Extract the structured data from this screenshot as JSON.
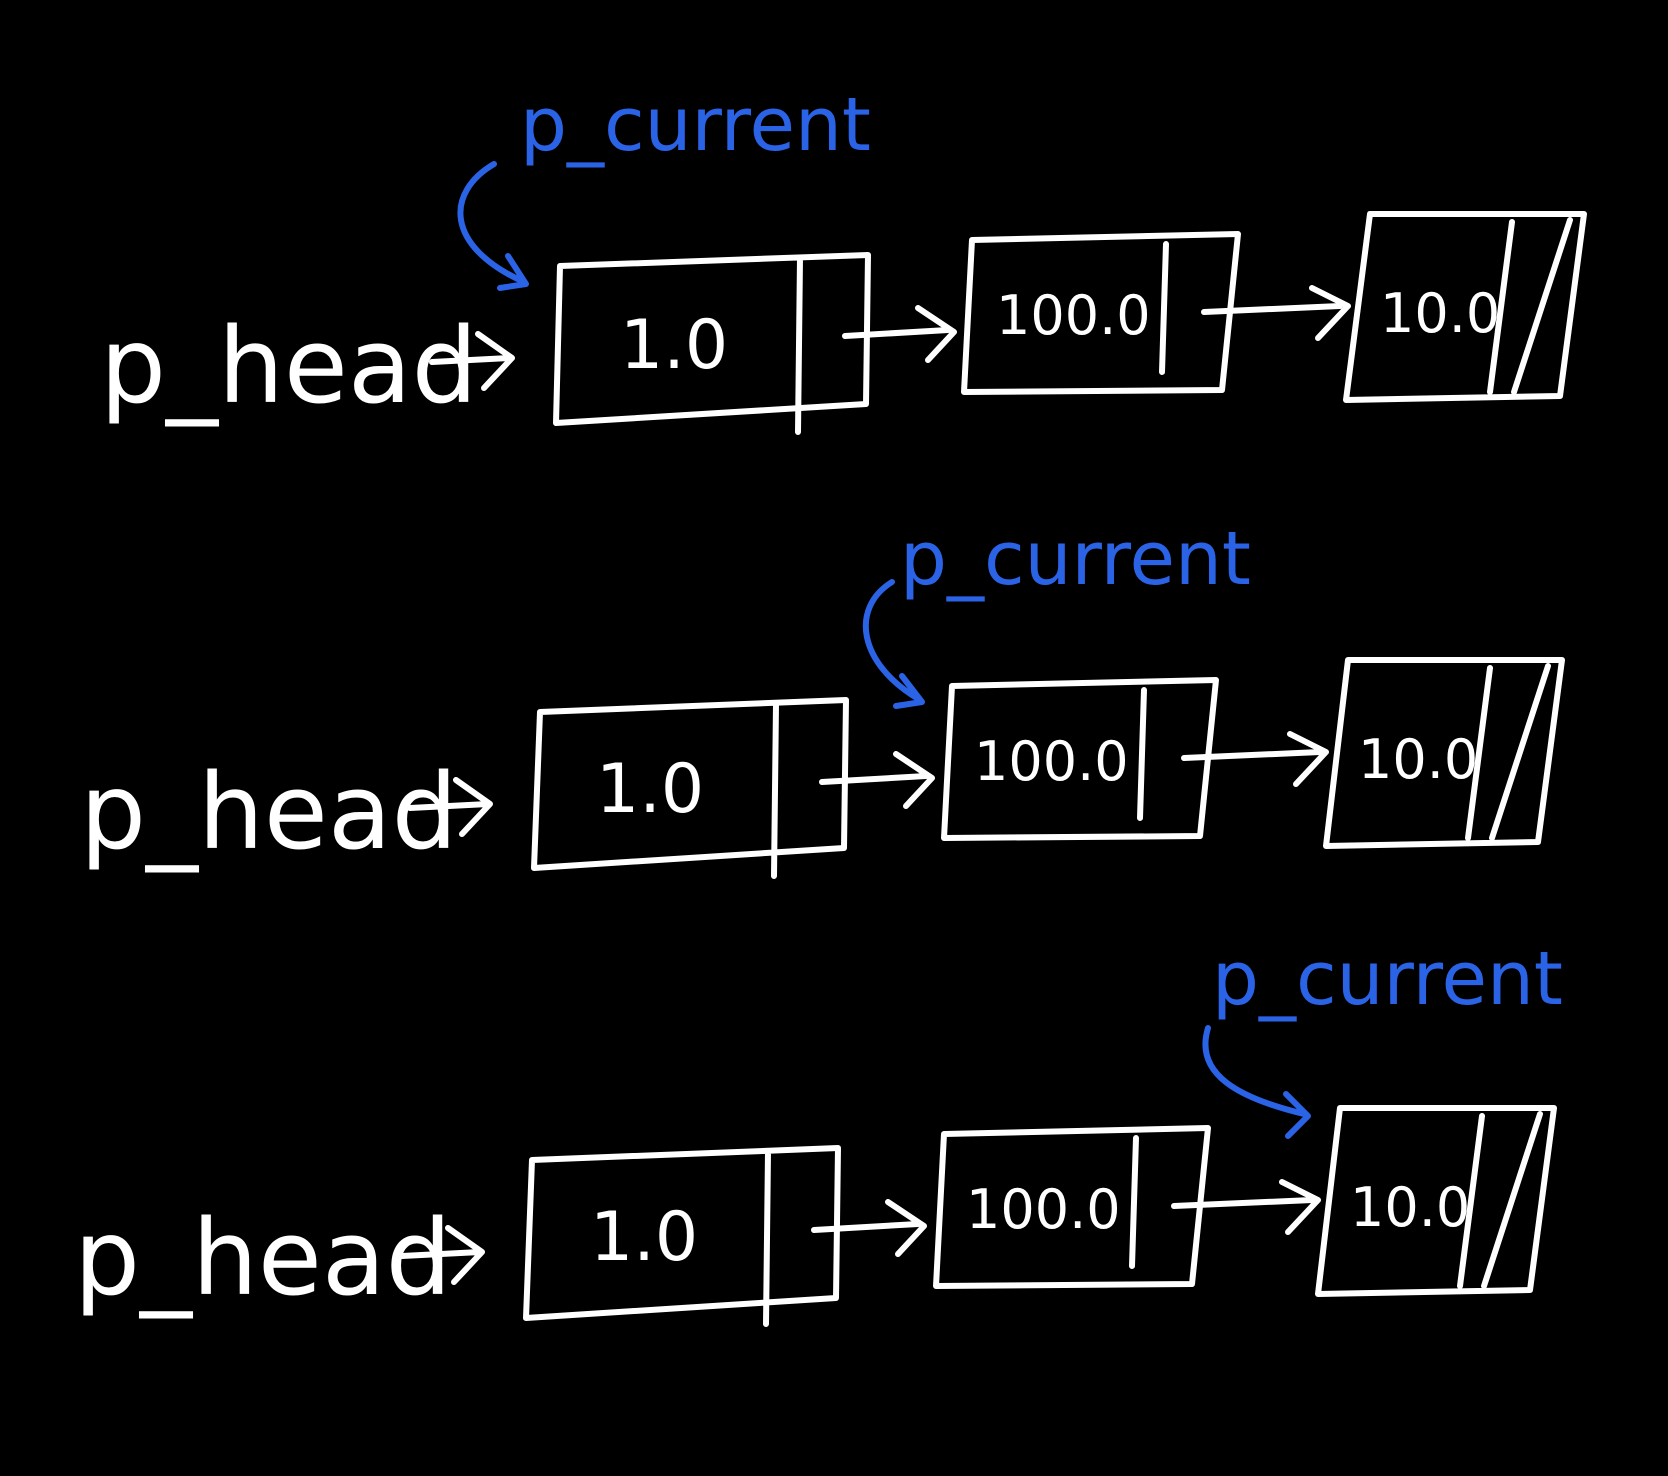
{
  "canvas": {
    "background": "#000000"
  },
  "colors": {
    "chalk": "#ffffff",
    "pointer": "#2b63e6"
  },
  "rows": [
    {
      "head_label": "p_head",
      "current_label": "p_current",
      "current_index": 0,
      "nodes": [
        {
          "value": "1.0"
        },
        {
          "value": "100.0"
        },
        {
          "value": "10.0",
          "null_next": true
        }
      ]
    },
    {
      "head_label": "p_head",
      "current_label": "p_current",
      "current_index": 1,
      "nodes": [
        {
          "value": "1.0"
        },
        {
          "value": "100.0"
        },
        {
          "value": "10.0",
          "null_next": true
        }
      ]
    },
    {
      "head_label": "p_head",
      "current_label": "p_current",
      "current_index": 2,
      "nodes": [
        {
          "value": "1.0"
        },
        {
          "value": "100.0"
        },
        {
          "value": "10.0",
          "null_next": true
        }
      ]
    }
  ]
}
